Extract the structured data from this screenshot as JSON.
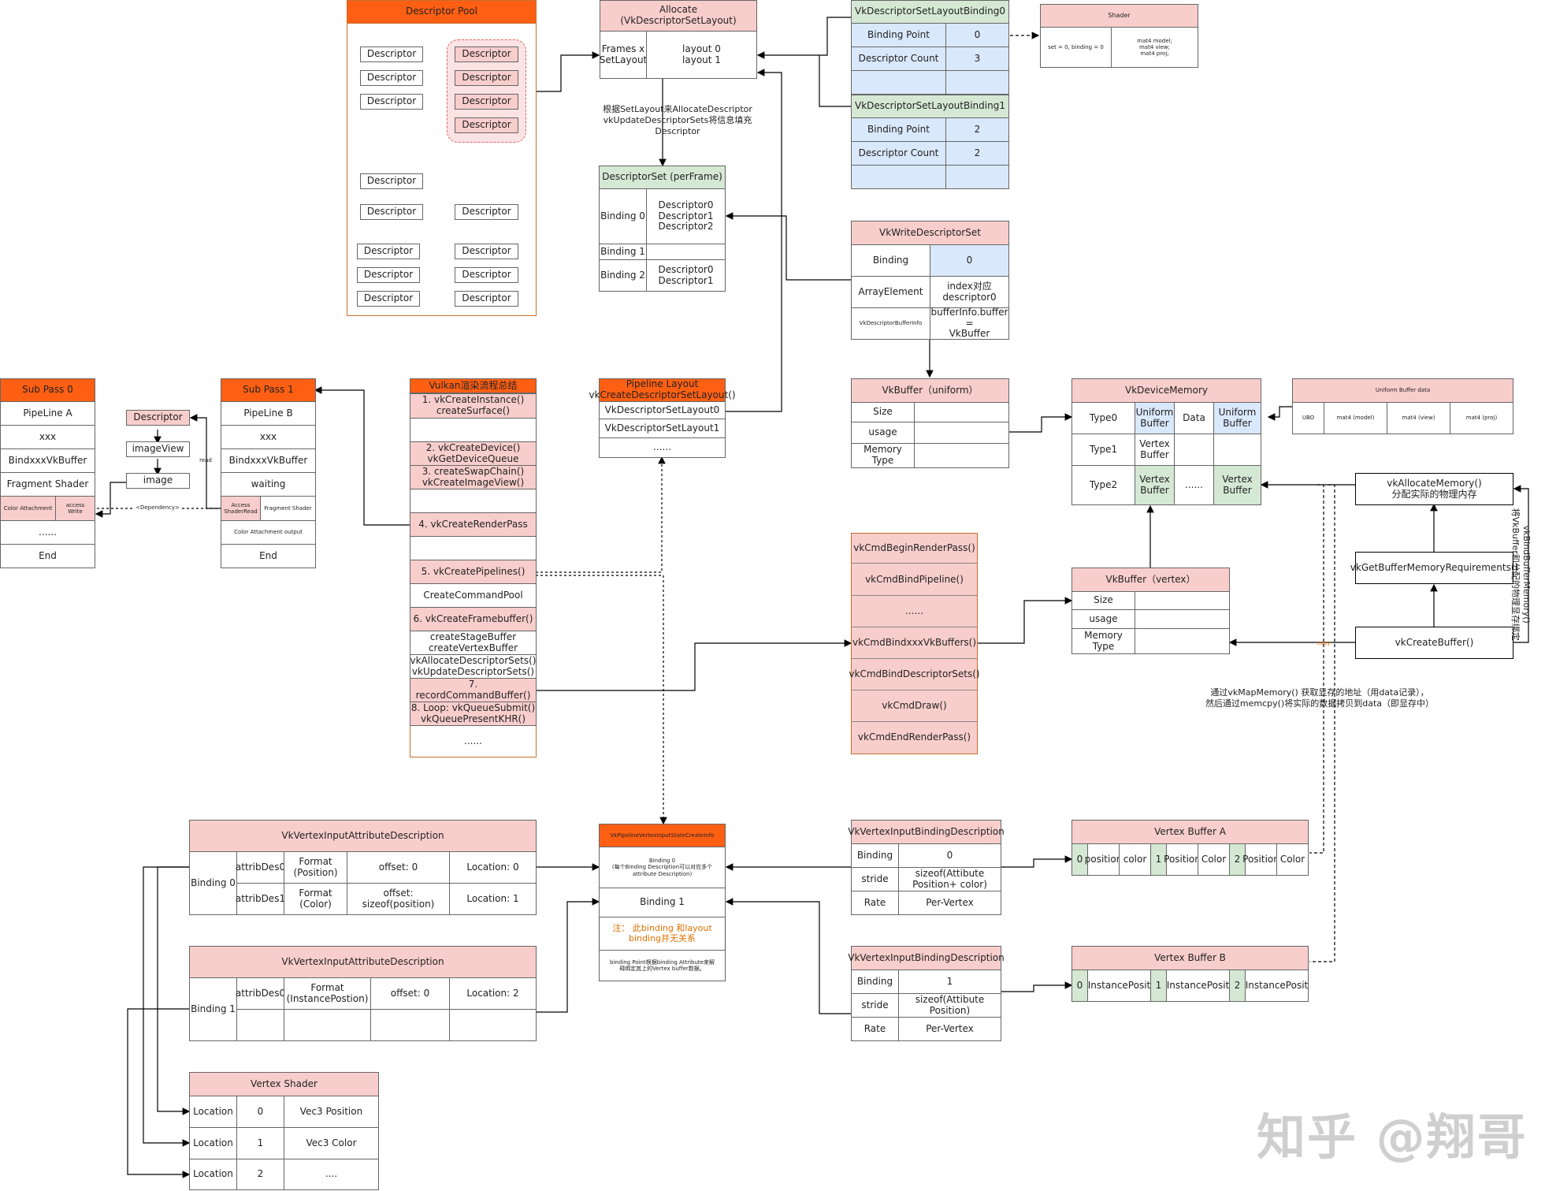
{
  "descriptor_pool": {
    "title": "Descriptor Pool",
    "item": "Descriptor"
  },
  "allocate": {
    "title": "Allocate\n(VkDescriptorSetLayout)",
    "left": "Frames x\nSetLayout",
    "right": "layout 0\nlayout 1"
  },
  "allocate_note": "根据SetLayout来AllocateDescriptor\nvkUpdateDescriptorSets将信息填充Descriptor",
  "layout_binding0": {
    "title": "VkDescriptorSetLayoutBinding0",
    "bp_label": "Binding Point",
    "bp_val": "0",
    "dc_label": "Descriptor Count",
    "dc_val": "3"
  },
  "layout_binding1": {
    "title": "VkDescriptorSetLayoutBinding1",
    "bp_label": "Binding Point",
    "bp_val": "2",
    "dc_label": "Descriptor Count",
    "dc_val": "2"
  },
  "shader": {
    "title": "Shader",
    "left": "set = 0, binding = 0",
    "right": "mat4 model;\nmat4 view;\nmat4 proj;"
  },
  "descriptor_set": {
    "title": "DescriptorSet (perFrame)",
    "b0": "Binding 0",
    "b0v": "Descriptor0\nDescriptor1\nDescriptor2",
    "b1": "Binding 1",
    "b2": "Binding 2",
    "b2v": "Descriptor0\nDescriptor1"
  },
  "write_set": {
    "title": "VkWriteDescriptorSet",
    "binding": "Binding",
    "binding_val": "0",
    "array": "ArrayElement",
    "array_val": "index对应\ndescriptor0",
    "info": "VkDescriptorBufferInfo",
    "info_val": "bufferInfo.buffer =\nVkBuffer"
  },
  "subpass0": {
    "title": "Sub Pass 0",
    "rows": [
      "PipeLine A",
      "xxx",
      "BindxxxVkBuffer",
      "Fragment Shader"
    ],
    "ca": "Color Attachment",
    "aw": "access\nWrite",
    "dots": "......",
    "end": "End"
  },
  "subpass1": {
    "title": "Sub Pass 1",
    "rows": [
      "PipeLine B",
      "xxx",
      "BindxxxVkBuffer",
      "waiting"
    ],
    "asr": "Access\nShaderRead",
    "fs": "Fragment Shader",
    "cao": "Color Attachment output",
    "dots": "......",
    "end": "End"
  },
  "desc_chain": {
    "descriptor": "Descriptor",
    "imageview": "imageView",
    "image": "image",
    "read": "read",
    "dependency": "<Dependency>"
  },
  "vulkan_flow": {
    "title": "Vulkan渲染流程总结",
    "steps": [
      "1. vkCreateInstance()\ncreateSurface()",
      "",
      "2. vkCreateDevice()\nvkGetDeviceQueue",
      "3. createSwapChain()\nvkCreateImageView()",
      "",
      "4. vkCreateRenderPass",
      "",
      "5. vkCreatePipelines()",
      "CreateCommandPool",
      "6. vkCreateFramebuffer()",
      "createStageBuffer\ncreateVertexBuffer",
      "vkAllocateDescriptorSets()\nvkUpdateDescriptorSets()",
      "7. recordCommandBuffer()",
      "8. Loop: vkQueueSubmit()\nvkQueuePresentKHR()",
      "......"
    ]
  },
  "pipeline_layout": {
    "title": "Pipeline Layout\nvkCreateDescriptorSetLayout()",
    "rows": [
      "VkDescriptorSetLayout0",
      "VkDescriptorSetLayout1",
      "......"
    ]
  },
  "buffer_uniform": {
    "title": "VkBuffer（uniform）",
    "rows": [
      "Size",
      "usage",
      "Memory Type"
    ]
  },
  "device_memory": {
    "title": "VkDeviceMemory",
    "t0": "Type0",
    "t1": "Type1",
    "t2": "Type2",
    "ub": "Uniform\nBuffer",
    "data": "Data",
    "vb": "Vertex\nBuffer",
    "dots": "......"
  },
  "ubo_data": {
    "title": "Uniform  Buffer  data",
    "cells": [
      "UBO",
      "mat4 (model)",
      "mat4 (view)",
      "mat4 (proj)"
    ]
  },
  "alloc_memory": "vkAllocateMemory()\n分配实际的物理内存",
  "get_requirements": "vkGetBufferMemoryRequirements()",
  "create_buffer": "vkCreateBuffer()",
  "bind_note": "vkBindBufferMemory()\n将VkBuffer和分配的物理显存绑定",
  "copy_label": "copy",
  "map_note": "通过vkMapMemory() 获取显存的地址（用data记录），\n然后通过memcpy()将实际的数据拷贝到data（即显存中）",
  "cmds": [
    "vkCmdBeginRenderPass()",
    "vkCmdBindPipeline()",
    "......",
    "vkCmdBindxxxVkBuffers()",
    "vkCmdBindDescriptorSets()",
    "vkCmdDraw()",
    "vkCmdEndRenderPass()"
  ],
  "buffer_vertex": {
    "title": "VkBuffer（vertex）",
    "rows": [
      "Size",
      "usage",
      "Memory Type"
    ]
  },
  "attr_desc0": {
    "title": "VkVertexInputAttributeDescription",
    "binding": "Binding 0",
    "rows": [
      [
        "attribDes0",
        "Format\n(Position)",
        "offset: 0",
        "Location: 0"
      ],
      [
        "attribDes1",
        "Format\n(Color)",
        "offset: sizeof(position)",
        "Location: 1"
      ]
    ]
  },
  "attr_desc1": {
    "title": "VkVertexInputAttributeDescription",
    "binding": "Binding 1",
    "rows": [
      [
        "attribDes0",
        "Format\n(InstancePostion)",
        "offset: 0",
        "Location: 2"
      ]
    ]
  },
  "vertex_shader": {
    "title": "Vertex Shader",
    "rows": [
      [
        "Location",
        "0",
        "Vec3  Position"
      ],
      [
        "Location",
        "1",
        "Vec3 Color"
      ],
      [
        "Location",
        "2",
        "...."
      ]
    ]
  },
  "vis": {
    "title": "VkPipelineVertexInputStateCreateInfo",
    "b0": "Binding 0\n(每个Binding Description可以对应多个\nattribute Description)",
    "b1": "Binding 1",
    "note": "注：  此binding 和layout\nbinding并无关系",
    "note2": "binding Point根据binding Attribute来解\n释绑定其上的Vertex buffer数据。"
  },
  "ibd0": {
    "title": "VkVertexInputBindingDescription",
    "rows": [
      [
        "Binding",
        "0"
      ],
      [
        "stride",
        "sizeof(Attibute\nPosition+ color)"
      ],
      [
        "Rate",
        "Per-Vertex"
      ]
    ]
  },
  "ibd1": {
    "title": "VkVertexInputBindingDescription",
    "rows": [
      [
        "Binding",
        "1"
      ],
      [
        "stride",
        "sizeof(Attibute Position)"
      ],
      [
        "Rate",
        "Per-Vertex"
      ]
    ]
  },
  "vba": {
    "title": "Vertex Buffer A",
    "cells": [
      "0",
      "position",
      "color",
      "1",
      "Position",
      "Color",
      "2",
      "Position",
      "Color"
    ]
  },
  "vbb": {
    "title": "Vertex Buffer B",
    "cells": [
      "0",
      "InstancePosit",
      "1",
      "InstancePosit",
      "2",
      "InstancePosit"
    ]
  },
  "watermark": "知乎 @翔哥"
}
